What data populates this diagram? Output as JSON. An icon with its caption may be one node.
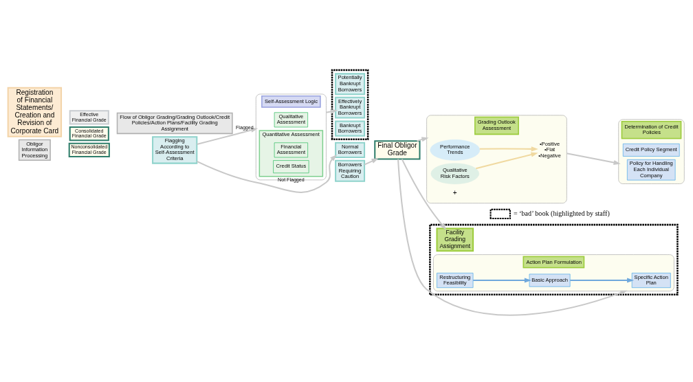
{
  "diagram": {
    "nodes": [
      {
        "text": [
          "Obligor Information Processing"
        ]
      },
      {
        "text": [
          "Flow of Obligor Grading/Grading Outlook/Credit Policies/Action Plans/Facility Grading Assignment"
        ]
      },
      {
        "text": [
          "Registration of Financial Statements/ Creation and Revision of Corporate Card"
        ]
      },
      {
        "text": [
          "Nonconsolidated Financial Grade"
        ]
      },
      {
        "text": [
          "Consolidated Financial Grade"
        ]
      },
      {
        "text": [
          "Effective Financial Grade"
        ]
      },
      {
        "text": [
          "Flagging According to Self-Assessment Criteria"
        ]
      },
      {
        "text": [
          "Self-Assessment Logic"
        ]
      },
      {
        "text": [
          "Quantitative Assessment"
        ],
        "in": 7
      },
      {
        "text": [
          "Financial Assessment"
        ],
        "in": 8
      },
      {
        "text": [
          "Credit Status"
        ],
        "in": 8
      },
      {
        "text": [
          "Qualitative Assessment"
        ],
        "in": 7
      },
      {
        "text": [
          "Normal Borrowers"
        ]
      },
      {
        "text": [
          "Borrowers Requiring Caution"
        ]
      },
      {
        "text": [],
        "shape": "box"
      },
      {
        "text": [
          "Potentially Bankrupt Borrowers"
        ],
        "in": 14
      },
      {
        "text": [
          "Effectively Bankrupt Borrowers"
        ],
        "in": 14
      },
      {
        "text": [
          "Bankrupt Borrowers"
        ],
        "in": 14
      },
      {
        "text": [
          "Final Obligor Grade"
        ]
      },
      {
        "text": [
          "Grading Outlook Assessment"
        ]
      },
      {
        "text": [
          "Performance Trends"
        ],
        "in": 19
      },
      {
        "text": [
          "Qualitative Risk Factors"
        ],
        "in": 19
      },
      {
        "text": [
          "•Positive",
          "•Flat",
          "•Negative"
        ],
        "in": 19
      },
      {
        "text": [
          "Determination of Credit Policies"
        ]
      },
      {
        "text": [
          "Credit Policy Segment"
        ],
        "in": 23
      },
      {
        "text": [
          "Policy for Handling Each Individual Company"
        ],
        "in": 23
      },
      {
        "text": [],
        "shape": "box"
      },
      {
        "text": [
          "Action Plan Formulation"
        ],
        "in": 26
      },
      {
        "text": [
          "Restructuring Feasibility"
        ],
        "in": 27
      },
      {
        "text": [
          "Basic Approach"
        ],
        "in": 27
      },
      {
        "text": [
          "Specific Action Plan"
        ],
        "in": 27
      },
      {
        "text": [
          "Facility Grading Assignment"
        ],
        "in": 26
      }
    ],
    "edges": [
      {
        "from": 6,
        "to": 12,
        "arrow": "to",
        "label": "Not Flagged"
      },
      {
        "from": 6,
        "to": 7,
        "arrow": "to",
        "label": "Flagged"
      },
      {
        "from": 7,
        "to": 16,
        "arrow": "to"
      },
      {
        "from": 13,
        "to": 18,
        "arrow": "to"
      },
      {
        "from": 18,
        "to": 19,
        "arrow": "to"
      },
      {
        "from": 18,
        "to": 27,
        "arrow": "to"
      },
      {
        "from": 18,
        "to": 31,
        "arrow": "to"
      },
      {
        "from": 19,
        "to": 23,
        "arrow": "to"
      },
      {
        "from": 20,
        "to": 22,
        "arrow": "to",
        "color": "#f0d9a0"
      },
      {
        "from": 21,
        "to": 22,
        "arrow": "to",
        "color": "#f0d9a0"
      },
      {
        "from": 28,
        "to": 29,
        "arrow": "to",
        "color": "#6fa8dc"
      },
      {
        "from": 29,
        "to": 30,
        "arrow": "to",
        "color": "#6fa8dc"
      }
    ],
    "labels": [
      "+"
    ],
    "legend": [
      {
        "text": "= ‘bad’ book (highlighted by staff)"
      }
    ]
  }
}
